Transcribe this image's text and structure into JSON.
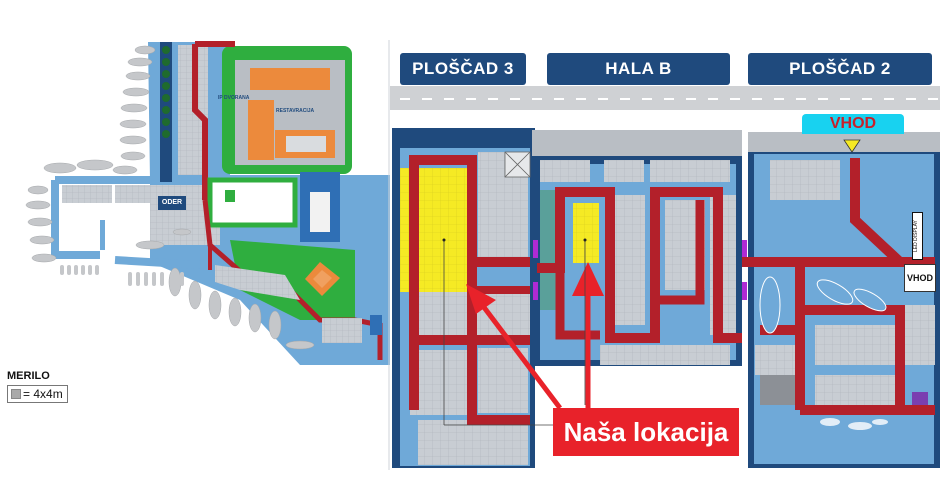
{
  "left_map": {
    "stage_label": "ODER",
    "small_labels": [
      "IP DVORANA",
      "RESTAVRACIJA"
    ]
  },
  "scale": {
    "title": "MERILO",
    "value": "= 4x4m"
  },
  "right_map": {
    "tabs": [
      "PLOŠČAD 3",
      "HALA B",
      "PLOŠČAD 2"
    ],
    "entrance_main": "VHOD",
    "entrance_side": "VHOD",
    "led_display": "LED DISPLAY",
    "callout": "Naša lokacija"
  },
  "colors": {
    "navy": "#1f4a7d",
    "light_blue": "#6fa9d8",
    "aisle_red": "#b3202a",
    "highlight_yellow": "#f5ea24",
    "green": "#2fae3f",
    "orange": "#ec8a3c",
    "callout_red": "#e8222a"
  }
}
